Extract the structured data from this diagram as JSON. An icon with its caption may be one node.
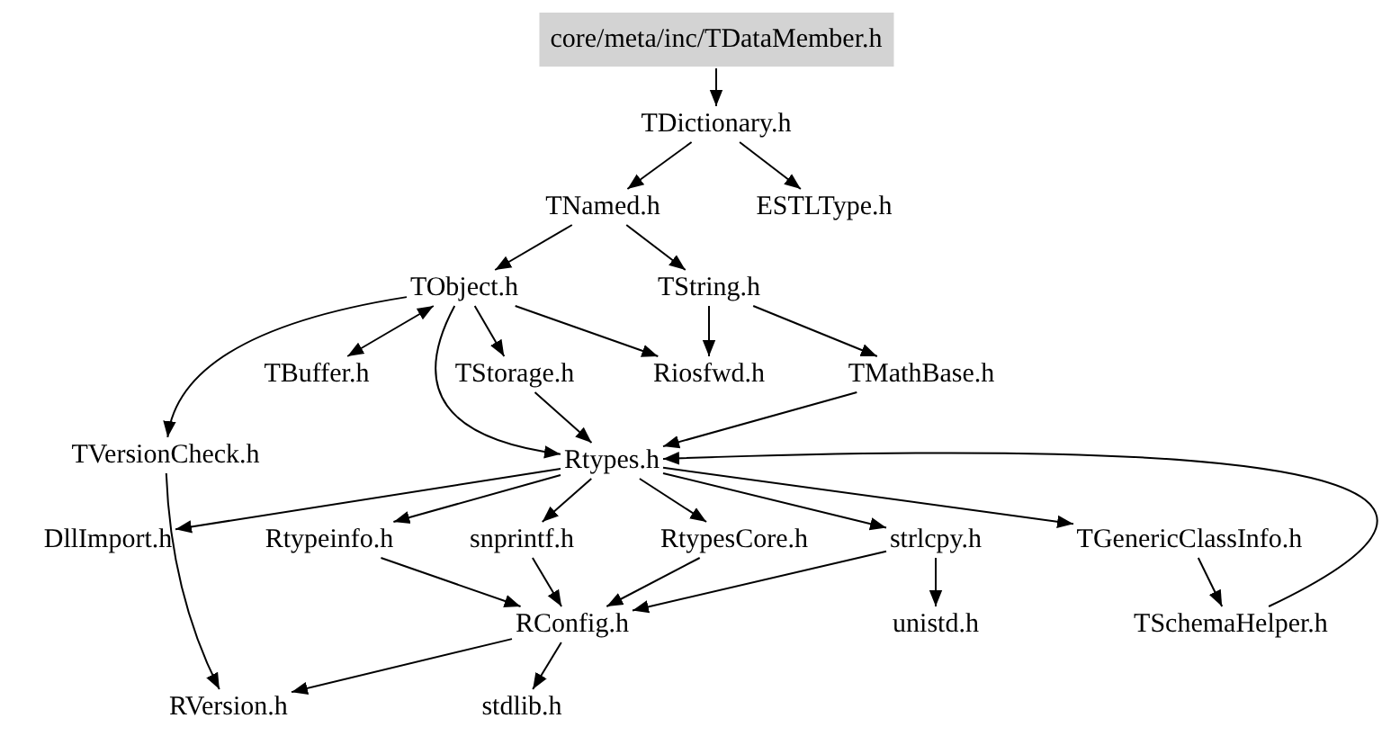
{
  "diagram": {
    "nodes": [
      {
        "text": [
          "core/meta/inc/TDataMember.h"
        ]
      },
      {
        "text": [
          "TDictionary.h"
        ]
      },
      {
        "text": [
          "TNamed.h"
        ]
      },
      {
        "text": [
          "ESTLType.h"
        ]
      },
      {
        "text": [
          "TObject.h"
        ]
      },
      {
        "text": [
          "TString.h"
        ]
      },
      {
        "text": [
          "TBuffer.h"
        ]
      },
      {
        "text": [
          "TStorage.h"
        ]
      },
      {
        "text": [
          "Riosfwd.h"
        ]
      },
      {
        "text": [
          "TMathBase.h"
        ]
      },
      {
        "text": [
          "TVersionCheck.h"
        ]
      },
      {
        "text": [
          "Rtypes.h"
        ]
      },
      {
        "text": [
          "DllImport.h"
        ]
      },
      {
        "text": [
          "Rtypeinfo.h"
        ]
      },
      {
        "text": [
          "snprintf.h"
        ]
      },
      {
        "text": [
          "RtypesCore.h"
        ]
      },
      {
        "text": [
          "strlcpy.h"
        ]
      },
      {
        "text": [
          "TGenericClassInfo.h"
        ]
      },
      {
        "text": [
          "RConfig.h"
        ]
      },
      {
        "text": [
          "unistd.h"
        ]
      },
      {
        "text": [
          "TSchemaHelper.h"
        ]
      },
      {
        "text": [
          "RVersion.h"
        ]
      },
      {
        "text": [
          "stdlib.h"
        ]
      }
    ],
    "edges": [
      {
        "from": 0,
        "to": 1,
        "arrow": "to"
      },
      {
        "from": 1,
        "to": 2,
        "arrow": "to"
      },
      {
        "from": 1,
        "to": 3,
        "arrow": "to"
      },
      {
        "from": 2,
        "to": 4,
        "arrow": "to"
      },
      {
        "from": 2,
        "to": 5,
        "arrow": "to"
      },
      {
        "from": 4,
        "to": 6,
        "arrow": "both"
      },
      {
        "from": 4,
        "to": 7,
        "arrow": "to"
      },
      {
        "from": 4,
        "to": 8,
        "arrow": "to"
      },
      {
        "from": 4,
        "to": 10,
        "arrow": "to"
      },
      {
        "from": 4,
        "to": 11,
        "arrow": "to"
      },
      {
        "from": 5,
        "to": 8,
        "arrow": "to"
      },
      {
        "from": 5,
        "to": 9,
        "arrow": "to"
      },
      {
        "from": 7,
        "to": 11,
        "arrow": "to"
      },
      {
        "from": 9,
        "to": 11,
        "arrow": "to"
      },
      {
        "from": 10,
        "to": 21,
        "arrow": "to"
      },
      {
        "from": 11,
        "to": 12,
        "arrow": "to"
      },
      {
        "from": 11,
        "to": 13,
        "arrow": "to"
      },
      {
        "from": 11,
        "to": 14,
        "arrow": "to"
      },
      {
        "from": 11,
        "to": 15,
        "arrow": "to"
      },
      {
        "from": 11,
        "to": 16,
        "arrow": "to"
      },
      {
        "from": 11,
        "to": 17,
        "arrow": "to"
      },
      {
        "from": 17,
        "to": 20,
        "arrow": "to"
      },
      {
        "from": 20,
        "to": 11,
        "arrow": "to"
      },
      {
        "from": 13,
        "to": 18,
        "arrow": "to"
      },
      {
        "from": 14,
        "to": 18,
        "arrow": "to"
      },
      {
        "from": 15,
        "to": 18,
        "arrow": "to"
      },
      {
        "from": 16,
        "to": 18,
        "arrow": "to"
      },
      {
        "from": 16,
        "to": 19,
        "arrow": "to"
      },
      {
        "from": 18,
        "to": 21,
        "arrow": "to"
      },
      {
        "from": 18,
        "to": 22,
        "arrow": "to"
      }
    ]
  }
}
